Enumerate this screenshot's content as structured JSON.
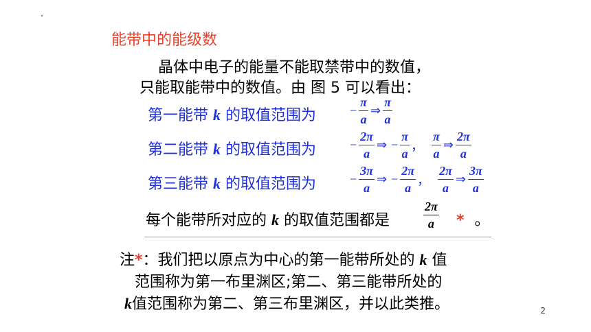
{
  "heading": "能带中的能级数",
  "intro_line1": "晶体中电子的能量不能取禁带中的数值，",
  "intro_line2": "只能取能带中的数值。由 图 5 可以看出：",
  "bands": [
    {
      "label": "第一能带",
      "var": "k",
      "suffix": "的取值范围为",
      "r1": {
        "from_sign": "−",
        "from_num": "π",
        "from_den": "a",
        "arrow": "⇒",
        "to_sign": "",
        "to_num": "π",
        "to_den": "a"
      }
    },
    {
      "label": "第二能带",
      "var": "k",
      "suffix": "的取值范围为",
      "r1": {
        "from_sign": "−",
        "from_num": "2π",
        "from_den": "a",
        "arrow": "⇒",
        "to_sign": "−",
        "to_num": "π",
        "to_den": "a"
      },
      "sep": "，",
      "r2": {
        "from_num": "π",
        "from_den": "a",
        "arrow": "⇒",
        "to_num": "2π",
        "to_den": "a"
      }
    },
    {
      "label": "第三能带",
      "var": "k",
      "suffix": "的取值范围为",
      "r1": {
        "from_sign": "−",
        "from_num": "3π",
        "from_den": "a",
        "arrow": "⇒",
        "to_sign": "−",
        "to_num": "2π",
        "to_den": "a"
      },
      "sep": "，",
      "r2": {
        "from_num": "2π",
        "from_den": "a",
        "arrow": "⇒",
        "to_num": "3π",
        "to_den": "a"
      }
    }
  ],
  "summary": {
    "prefix": "每个能带所对应的",
    "var": "k",
    "middle": "的取值范围都是",
    "frac_num": "2π",
    "frac_den": "a",
    "star": "*",
    "end": "。"
  },
  "note": {
    "label": "注",
    "star": "*",
    "line1": "：我们把以原点为中心的第一能带所处的",
    "line1_var": "k",
    "line1_end": "值",
    "line2": "范围称为第一布里渊区;第二、第三能带所处的",
    "line3_var": "k",
    "line3": "值范围称为第二、第三布里渊区，并以此类推。"
  },
  "page_number": "2",
  "colors": {
    "heading": "#e8412c",
    "band_text": "#1f30d8",
    "star": "#e8412c",
    "body_text": "#000000"
  }
}
